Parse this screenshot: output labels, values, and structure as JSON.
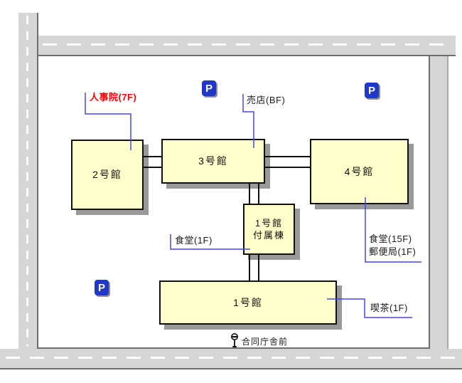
{
  "buildings": {
    "bldg2": {
      "name": "2号館"
    },
    "bldg3": {
      "name": "3号館"
    },
    "bldg4": {
      "name": "4号館"
    },
    "annex": {
      "line1": "1号館",
      "line2": "付属棟"
    },
    "bldg1": {
      "name": "1号館"
    }
  },
  "labels": {
    "jinjiin": "人事院(7F)",
    "baiten": "売店(BF)",
    "shokudo_1f": "食堂(1F)",
    "shokudo_15f": "食堂(15F)",
    "yubinkyoku_1f": "郵便局(1F)",
    "kissa_1f": "喫茶(1F)"
  },
  "parking": {
    "label": "P"
  },
  "bus_stop": {
    "name": "合同庁舎前"
  },
  "colors": {
    "road": "#d6d6d6",
    "road-edge": "#6e6e6e",
    "dash-white": "#ffffff",
    "building-fill": "#ffffcc",
    "building-border": "#111111",
    "shadow": "#999999",
    "line-blue": "#4646e8",
    "label-red": "#ff0000",
    "label-black": "#1a1a1a",
    "parking-blue": "#2038c8"
  }
}
